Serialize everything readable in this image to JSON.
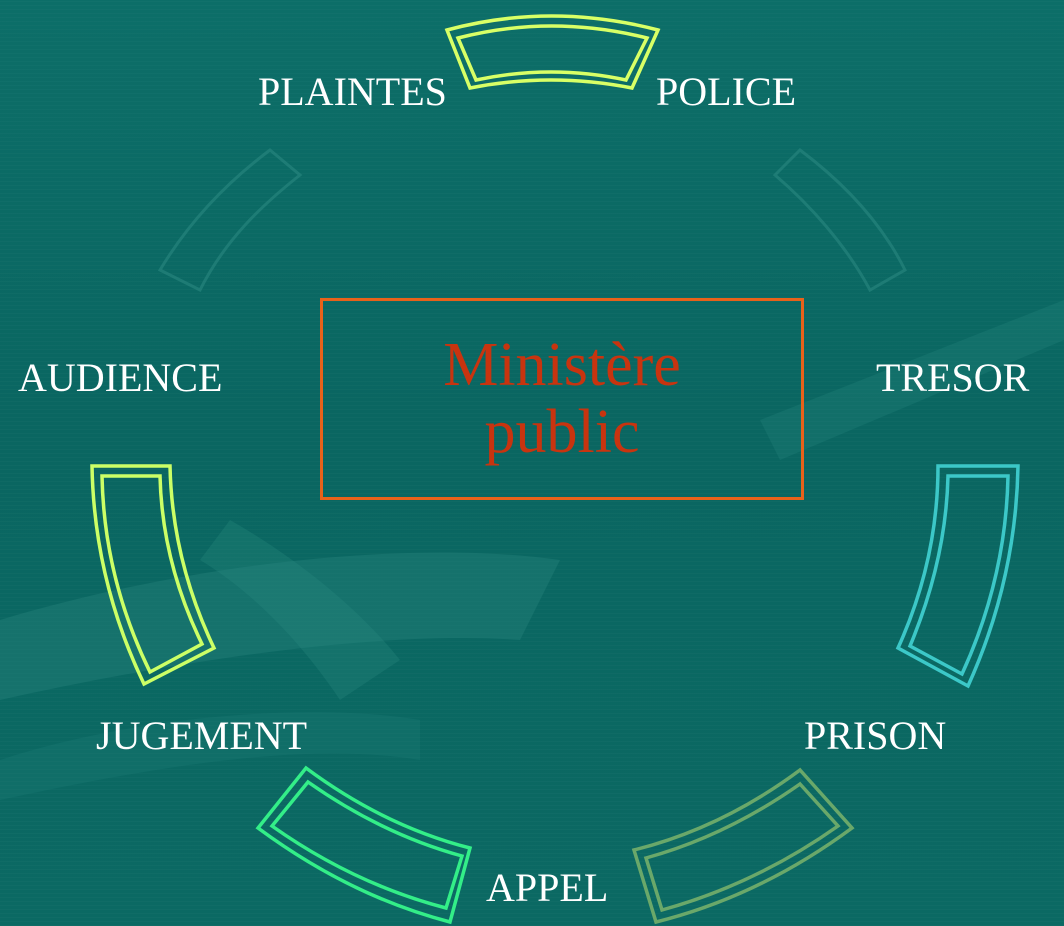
{
  "center": {
    "line1": "Ministère",
    "line2": "public"
  },
  "nodes": {
    "plaintes": "PLAINTES",
    "police": "POLICE",
    "tresor": "TRESOR",
    "prison": "PRISON",
    "appel": "APPEL",
    "jugement": "JUGEMENT",
    "audience": "AUDIENCE"
  },
  "colors": {
    "background": "#0b6963",
    "center_border": "#e8621a",
    "center_text": "#c8340f",
    "label_text": "#ffffff",
    "arrow_top": "#d8ff66",
    "arrow_right": "#3cc8c8",
    "arrow_bottom_right": "#6aa86a",
    "arrow_bottom_left": "#33ee88",
    "arrow_left": "#ccff66",
    "faint_arrow": "#2e8a84"
  }
}
